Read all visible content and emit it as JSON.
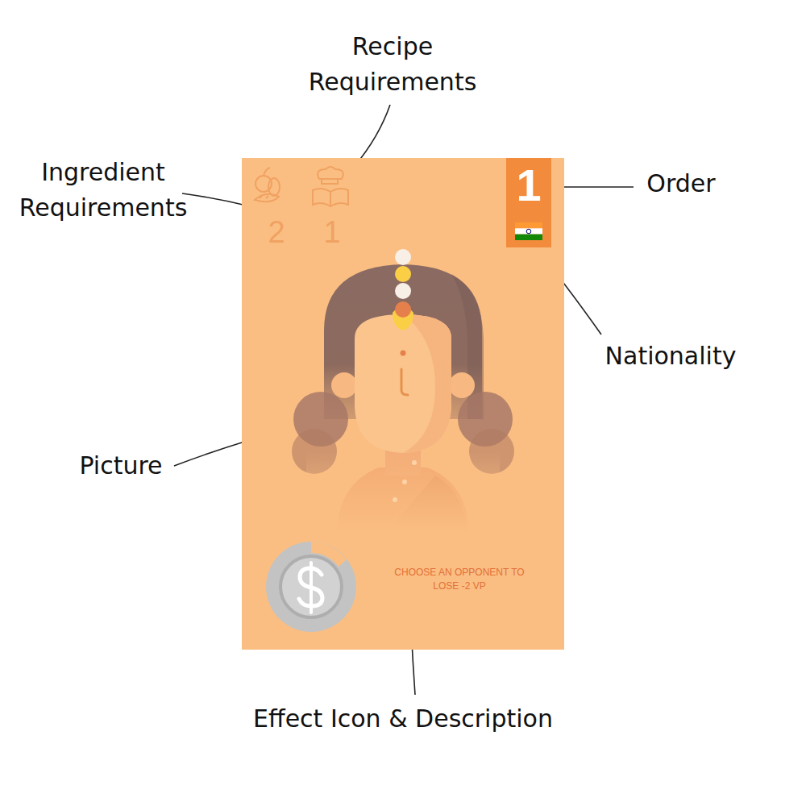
{
  "diagram": {
    "nodes": [
      {
        "text": [
          "2",
          "1",
          "CHOOSE AN OPPONENT TO LOSE -2 VP"
        ]
      },
      {
        "text": [
          "1"
        ],
        "in": 0
      }
    ],
    "labels": [
      "Recipe Requirements",
      "Ingredient Requirements",
      "Order",
      "Nationality",
      "Picture",
      "Effect Icon & Description"
    ]
  }
}
